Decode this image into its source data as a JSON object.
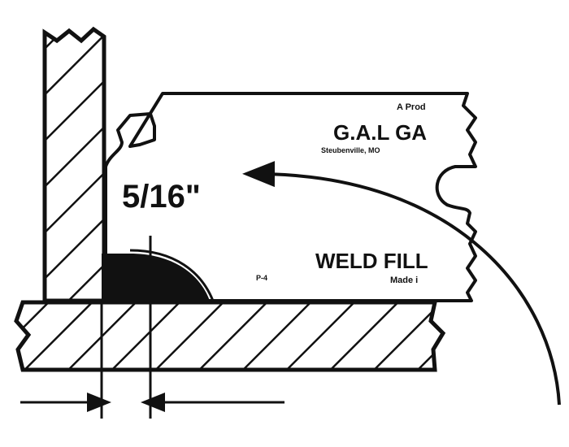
{
  "gauge": {
    "maker_prefix": "A Prod",
    "brand": "G.A.L GA",
    "location": "Steubenville, MO",
    "product": "WELD FILL",
    "made_in": "Made i",
    "part_no": "P-4",
    "size_label": "5/16\""
  },
  "colors": {
    "ink": "#111111",
    "background": "#ffffff"
  }
}
